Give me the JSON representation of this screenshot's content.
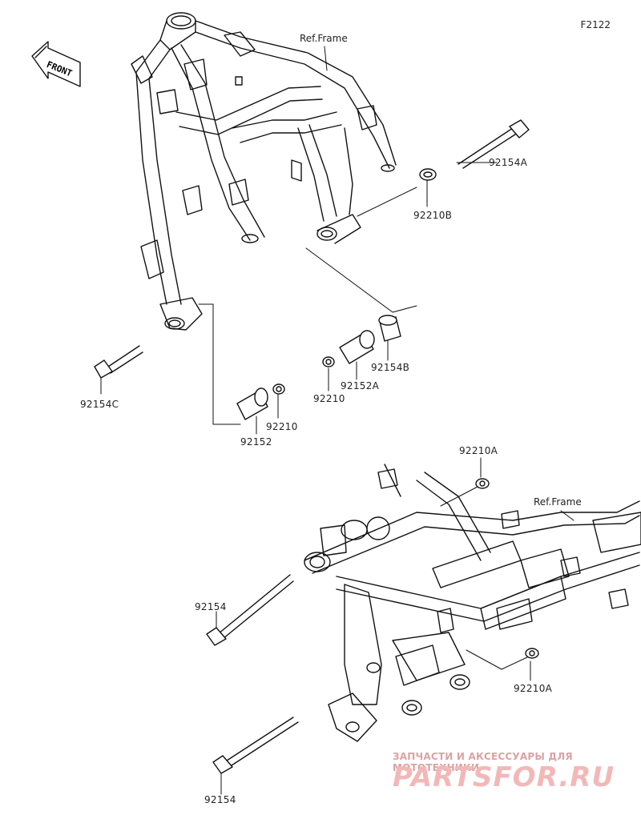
{
  "figure_code": "F2122",
  "front_label": "FRONT",
  "ref_frame_label": "Ref.Frame",
  "parts": {
    "p92154A": "92154A",
    "p92210B": "92210B",
    "p92154C": "92154C",
    "p92154B": "92154B",
    "p92152A": "92152A",
    "p92210_mid": "92210",
    "p92210_low": "92210",
    "p92152": "92152",
    "p92210A_top": "92210A",
    "p92154_mid": "92154",
    "p92210A_bot": "92210A",
    "p92154_bot": "92154"
  },
  "watermark": {
    "caption": "ЗАПЧАСТИ И АКСЕССУАРЫ ДЛЯ МОТОТЕХНИКИ",
    "logo": "PARTSFOR.RU"
  }
}
